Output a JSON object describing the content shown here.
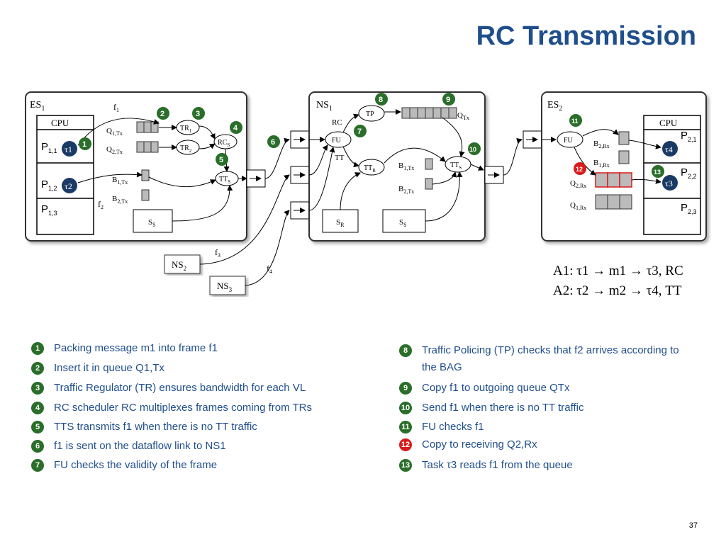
{
  "title": "RC Transmission",
  "page_number": "37",
  "diagram": {
    "es1": {
      "label": "ES",
      "sub": "1",
      "cpu": "CPU",
      "p11": {
        "label": "P",
        "sub": "1,1"
      },
      "p12": {
        "label": "P",
        "sub": "1,2"
      },
      "p13": {
        "label": "P",
        "sub": "1,3"
      },
      "tau1": "τ1",
      "tau2": "τ2",
      "f1": "f",
      "f1_sub": "1",
      "f2": "f",
      "f2_sub": "2",
      "q1tx": "Q",
      "q1tx_sub": "1,Tx",
      "q2tx": "Q",
      "q2tx_sub": "2,Tx",
      "b1tx": "B",
      "b1tx_sub": "1,Tx",
      "b2tx": "B",
      "b2tx_sub": "2,Tx",
      "tr1": "TR",
      "tr1_sub": "1",
      "tr2": "TR",
      "tr2_sub": "2",
      "rcs": "RC",
      "rcs_sub": "S",
      "tts": "TT",
      "tts_sub": "S",
      "ss": "S",
      "ss_sub": "S"
    },
    "ns1": {
      "label": "NS",
      "sub": "1",
      "tp": "TP",
      "rc": "RC",
      "fu": "FU",
      "tt": "TT",
      "ttr": "TT",
      "ttr_sub": "R",
      "tts": "TT",
      "tts_sub": "S",
      "qtx": "Q",
      "qtx_sub": "Tx",
      "b1tx": "B",
      "b1tx_sub": "1,Tx",
      "b2tx": "B",
      "b2tx_sub": "2,Tx",
      "sr": "S",
      "sr_sub": "R",
      "ss": "S",
      "ss_sub": "S"
    },
    "es2": {
      "label": "ES",
      "sub": "2",
      "cpu": "CPU",
      "fu": "FU",
      "p21": {
        "label": "P",
        "sub": "2,1"
      },
      "p22": {
        "label": "P",
        "sub": "2,2"
      },
      "p23": {
        "label": "P",
        "sub": "2,3"
      },
      "tau3": "τ3",
      "tau4": "τ4",
      "b2rx": "B",
      "b2rx_sub": "2,Rx",
      "b1rx": "B",
      "b1rx_sub": "1,Rx",
      "q2rx": "Q",
      "q2rx_sub": "2,Rx",
      "q1rx": "Q",
      "q1rx_sub": "1,Rx"
    },
    "ns2": {
      "label": "NS",
      "sub": "2"
    },
    "ns3": {
      "label": "NS",
      "sub": "3"
    },
    "f3": "f",
    "f3_sub": "3",
    "f4": "f",
    "f4_sub": "4",
    "badges": [
      "1",
      "2",
      "3",
      "4",
      "5",
      "6",
      "7",
      "8",
      "9",
      "10",
      "11",
      "12",
      "13"
    ]
  },
  "formulas": {
    "a1": "A1: τ1 → m1 → τ3, RC",
    "a2": "A2: τ2 → m2 → τ4, TT"
  },
  "legend": [
    {
      "num": "1",
      "text": "Packing message m1 into frame f1",
      "color": "#2a6e2a"
    },
    {
      "num": "2",
      "text": "Insert it in queue Q1,Tx",
      "color": "#2a6e2a"
    },
    {
      "num": "3",
      "text": "Traffic Regulator (TR) ensures bandwidth for each VL",
      "color": "#2a6e2a"
    },
    {
      "num": "4",
      "text": "RC scheduler RC multiplexes frames coming from TRs",
      "color": "#2a6e2a"
    },
    {
      "num": "5",
      "text": "TTS transmits f1 when there is no TT traffic",
      "color": "#2a6e2a"
    },
    {
      "num": "6",
      "text": "f1 is sent on the dataflow link to NS1",
      "color": "#2a6e2a"
    },
    {
      "num": "7",
      "text": "FU checks the validity of the frame",
      "color": "#2a6e2a"
    },
    {
      "num": "8",
      "text": "Traffic Policing (TP) checks that f2 arrives according to the BAG",
      "color": "#2a6e2a"
    },
    {
      "num": "9",
      "text": "Copy f1 to outgoing queue QTx",
      "color": "#2a6e2a"
    },
    {
      "num": "10",
      "text": "Send f1 when there is no TT traffic",
      "color": "#2a6e2a"
    },
    {
      "num": "11",
      "text": "FU checks f1",
      "color": "#2a6e2a"
    },
    {
      "num": "12",
      "text": "Copy to receiving Q2,Rx",
      "color": "#d81b1b"
    },
    {
      "num": "13",
      "text": "Task τ3 reads f1 from the queue",
      "color": "#2a6e2a"
    }
  ]
}
